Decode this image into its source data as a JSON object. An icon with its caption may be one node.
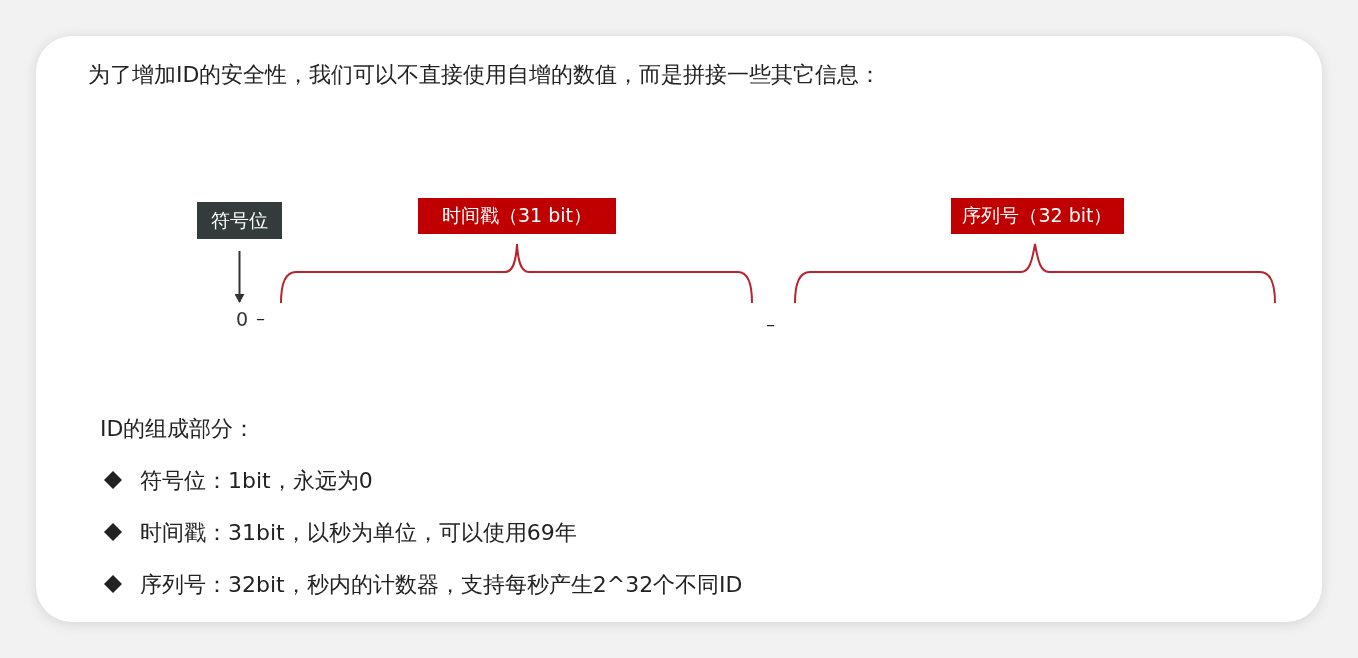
{
  "diagram": {
    "title": "为了增加ID的安全性，我们可以不直接使用自增的数值，而是拼接一些其它信息：",
    "nodes": [
      {
        "text": [
          "符号位"
        ]
      },
      {
        "text": [
          "0"
        ]
      },
      {
        "text": [
          "时间戳（31 bit）"
        ]
      },
      {
        "text": [
          "序列号（32 bit）"
        ]
      }
    ],
    "edges": [
      {
        "from": 0,
        "to": 1,
        "arrow": "to"
      }
    ],
    "labels": [
      "–",
      "–",
      "ID的组成部分：",
      "符号位：1bit，永远为0",
      "时间戳：31bit，以秒为单位，可以使用69年",
      "序列号：32bit，秒内的计数器，支持每秒产生2^32个不同ID"
    ]
  }
}
